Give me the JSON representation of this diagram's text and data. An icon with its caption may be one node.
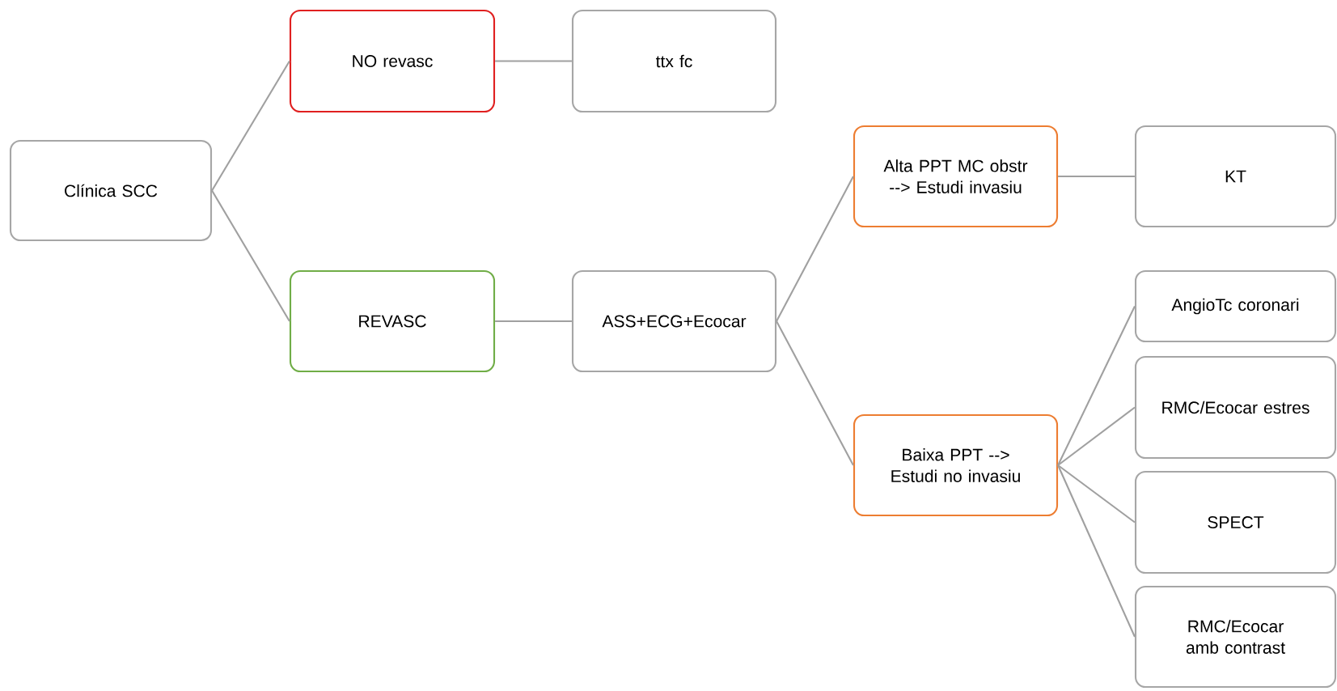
{
  "diagram": {
    "nodes": [
      {
        "text": [
          "Clínica SCC"
        ]
      },
      {
        "text": [
          "NO revasc"
        ]
      },
      {
        "text": [
          "ttx fc"
        ]
      },
      {
        "text": [
          "REVASC"
        ]
      },
      {
        "text": [
          "ASS+ECG+Ecocar"
        ]
      },
      {
        "text": [
          "Alta PPT MC obstr --> Estudi invasiu"
        ]
      },
      {
        "text": [
          "Baixa PPT --> Estudi no invasiu"
        ]
      },
      {
        "text": [
          "KT"
        ]
      },
      {
        "text": [
          "AngioTc coronari"
        ]
      },
      {
        "text": [
          "RMC/Ecocar estres"
        ]
      },
      {
        "text": [
          "SPECT"
        ]
      },
      {
        "text": [
          "RMC/Ecocar amb contrast"
        ]
      }
    ],
    "edges": [
      {
        "from": 0,
        "to": 1,
        "arrow": "none"
      },
      {
        "from": 0,
        "to": 3,
        "arrow": "none"
      },
      {
        "from": 1,
        "to": 2,
        "arrow": "none"
      },
      {
        "from": 3,
        "to": 4,
        "arrow": "none"
      },
      {
        "from": 4,
        "to": 5,
        "arrow": "none"
      },
      {
        "from": 4,
        "to": 6,
        "arrow": "none"
      },
      {
        "from": 5,
        "to": 7,
        "arrow": "none"
      },
      {
        "from": 6,
        "to": 8,
        "arrow": "none"
      },
      {
        "from": 6,
        "to": 9,
        "arrow": "none"
      },
      {
        "from": 6,
        "to": 10,
        "arrow": "none"
      },
      {
        "from": 6,
        "to": 11,
        "arrow": "none"
      }
    ]
  }
}
